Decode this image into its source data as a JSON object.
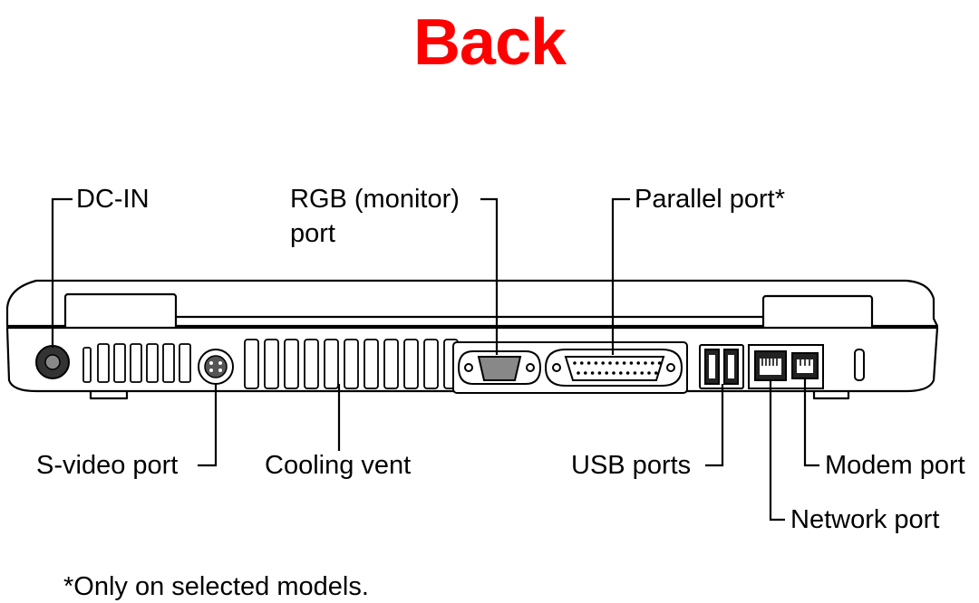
{
  "title": "Back",
  "colors": {
    "title": "#ff0000",
    "line": "#000000",
    "body_fill": "#ffffff",
    "panel_fill": "#e6e6e6"
  },
  "labels": {
    "dc_in": "DC-IN",
    "rgb_line1": "RGB (monitor)",
    "rgb_line2": "port",
    "parallel": "Parallel port*",
    "s_video": "S-video port",
    "cooling_vent": "Cooling vent",
    "usb": "USB ports",
    "modem": "Modem port",
    "network": "Network port"
  },
  "footnote": "*Only on selected models."
}
